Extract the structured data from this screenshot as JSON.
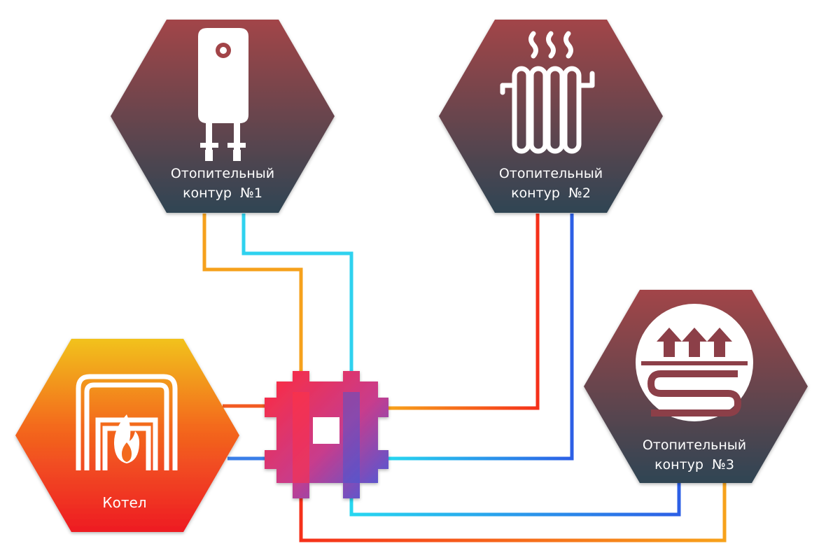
{
  "nodes": {
    "circuit1": {
      "line1": "Отопительный",
      "line2": "контур  №1",
      "icon": "water-heater-icon"
    },
    "circuit2": {
      "line1": "Отопительный",
      "line2": "контур  №2",
      "icon": "radiator-icon"
    },
    "circuit3": {
      "line1": "Отопительный",
      "line2": "контур  №3",
      "icon": "floor-heating-icon"
    },
    "boiler": {
      "label": "Котел",
      "icon": "boiler-flame-icon"
    }
  },
  "colors": {
    "hex_top": "#a24448",
    "hex_bottom": "#2f4553",
    "boiler_top": "#f2c21c",
    "boiler_bottom": "#ee1b24",
    "hot_pipe": "#f5301a",
    "warm_pipe": "#f7a21b",
    "cold_pipe": "#2c5fe6",
    "cool_pipe": "#27d7f0"
  }
}
